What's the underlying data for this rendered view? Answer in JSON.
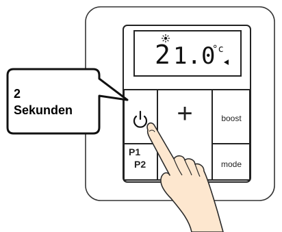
{
  "callout": {
    "line1": "2",
    "line2": "Sekunden"
  },
  "display": {
    "temperature_int": "2",
    "temperature_tenths": "1.0",
    "unit": "°c",
    "indicator_icons": [
      "sun-icon",
      "arrow-left-icon"
    ]
  },
  "keys": {
    "power_icon": "power-icon",
    "plus_symbol": "+",
    "boost_label": "boost",
    "p1_label": "P1",
    "p2_label": "P2",
    "mode_label": "mode"
  },
  "colors": {
    "outline": "#333333",
    "hand_fill": "#fde7cf",
    "hand_stroke": "#2a2a2a",
    "background": "#ffffff"
  }
}
